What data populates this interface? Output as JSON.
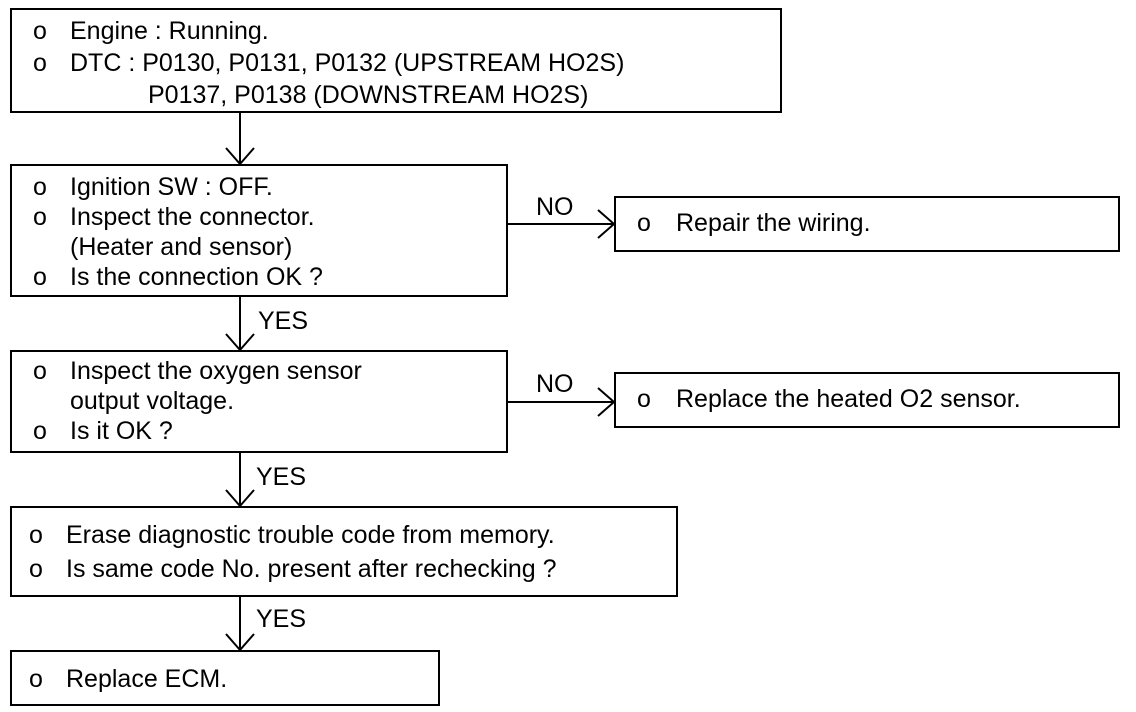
{
  "bullet": "o",
  "boxes": {
    "start": {
      "lines": [
        "Engine : Running.",
        "DTC : P0130, P0131, P0132 (UPSTREAM HO2S)",
        "P0137, P0138 (DOWNSTREAM HO2S)"
      ]
    },
    "connector_check": {
      "lines": [
        "Ignition SW : OFF.",
        "Inspect the connector.",
        "(Heater and sensor)",
        "Is the connection OK ?"
      ]
    },
    "repair_wiring": {
      "lines": [
        "Repair the wiring."
      ]
    },
    "voltage_check": {
      "lines": [
        "Inspect the oxygen sensor",
        "output voltage.",
        "Is it OK ?"
      ]
    },
    "replace_sensor": {
      "lines": [
        "Replace the heated O2 sensor."
      ]
    },
    "recheck": {
      "lines": [
        "Erase diagnostic trouble code from memory.",
        "Is same code No. present after rechecking ?"
      ]
    },
    "replace_ecm": {
      "lines": [
        "Replace ECM."
      ]
    }
  },
  "labels": {
    "yes": "YES",
    "no": "NO"
  }
}
